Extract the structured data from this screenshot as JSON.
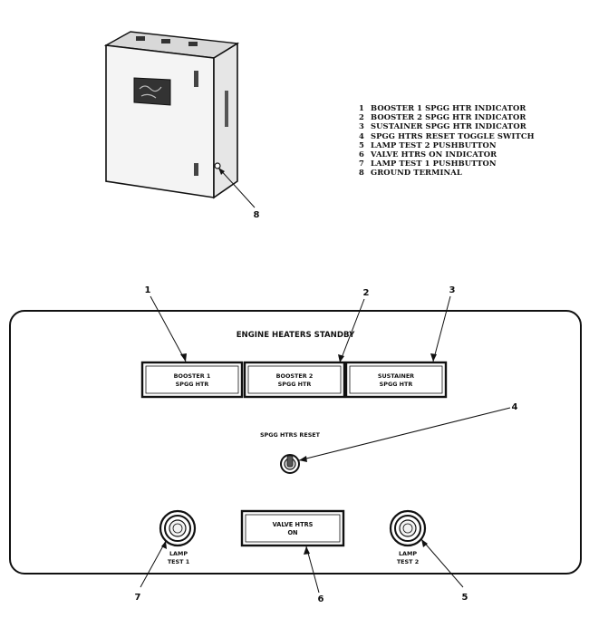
{
  "legend": [
    {
      "num": "1",
      "text": "BOOSTER 1 SPGG HTR INDICATOR"
    },
    {
      "num": "2",
      "text": "BOOSTER 2 SPGG HTR INDICATOR"
    },
    {
      "num": "3",
      "text": "SUSTAINER SPGG HTR INDICATOR"
    },
    {
      "num": "4",
      "text": "SPGG HTRS RESET TOGGLE SWITCH"
    },
    {
      "num": "5",
      "text": "LAMP TEST 2 PUSHBUTTON"
    },
    {
      "num": "6",
      "text": "VALVE HTRS ON INDICATOR"
    },
    {
      "num": "7",
      "text": "LAMP TEST 1 PUSHBUTTON"
    },
    {
      "num": "8",
      "text": "GROUND TERMINAL"
    }
  ],
  "panel": {
    "title": "ENGINE HEATERS STANDBY",
    "indicators": [
      {
        "line1": "BOOSTER 1",
        "line2": "SPGG HTR"
      },
      {
        "line1": "BOOSTER 2",
        "line2": "SPGG HTR"
      },
      {
        "line1": "SUSTAINER",
        "line2": "SPGG HTR"
      }
    ],
    "reset_label": "SPGG HTRS RESET",
    "valve": {
      "line1": "VALVE HTRS",
      "line2": "ON"
    },
    "lamp_test_1": {
      "line1": "LAMP",
      "line2": "TEST 1"
    },
    "lamp_test_2": {
      "line1": "LAMP",
      "line2": "TEST 2"
    }
  },
  "callouts": {
    "c1": "1",
    "c2": "2",
    "c3": "3",
    "c4": "4",
    "c5": "5",
    "c6": "6",
    "c7": "7",
    "c8": "8"
  }
}
